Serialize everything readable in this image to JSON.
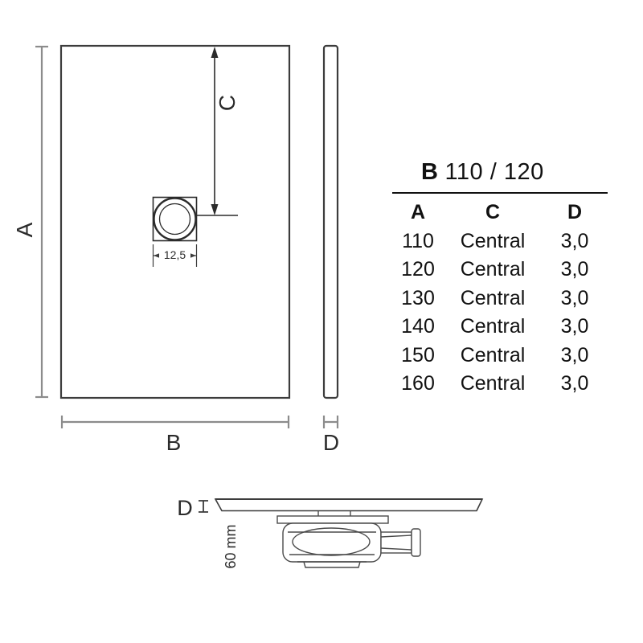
{
  "drawing": {
    "dim_a_label": "A",
    "dim_b_label": "B",
    "dim_c_label": "C",
    "dim_d_label": "D",
    "drain_width_label": "12,5"
  },
  "table": {
    "title_prefix": "B",
    "title_value": "110 / 120",
    "headers": [
      "A",
      "C",
      "D"
    ],
    "rows": [
      {
        "a": "110",
        "c": "Central",
        "d": "3,0"
      },
      {
        "a": "120",
        "c": "Central",
        "d": "3,0"
      },
      {
        "a": "130",
        "c": "Central",
        "d": "3,0"
      },
      {
        "a": "140",
        "c": "Central",
        "d": "3,0"
      },
      {
        "a": "150",
        "c": "Central",
        "d": "3,0"
      },
      {
        "a": "160",
        "c": "Central",
        "d": "3,0"
      }
    ]
  },
  "section": {
    "dim_d_label": "D",
    "height_label": "60 mm"
  }
}
